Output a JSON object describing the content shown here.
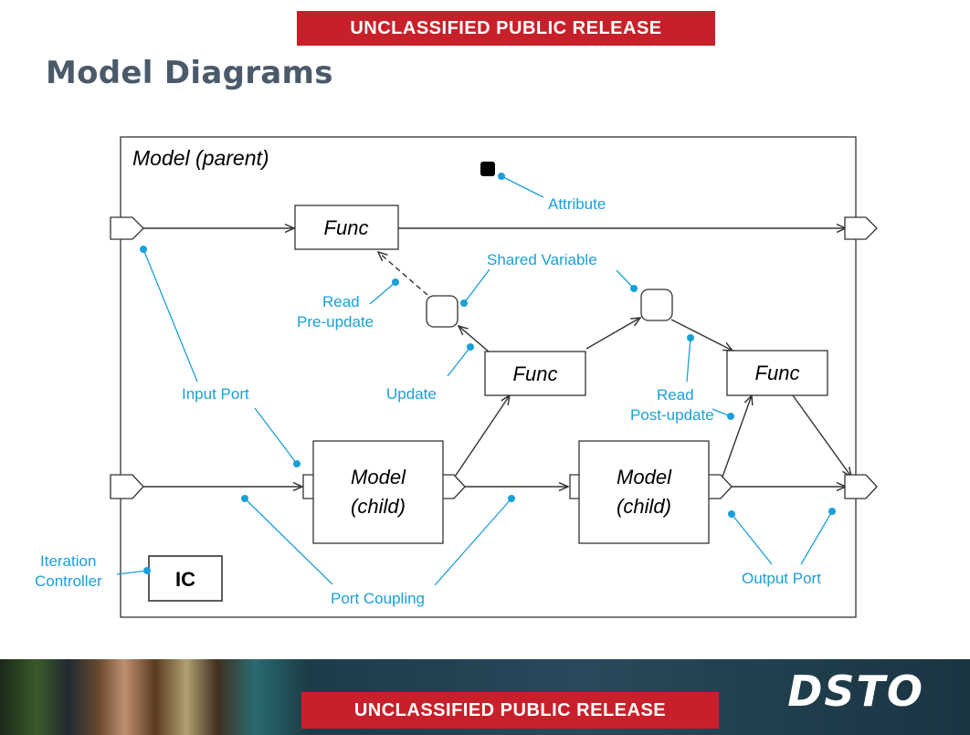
{
  "banner": {
    "classification": "UNCLASSIFIED PUBLIC RELEASE"
  },
  "page": {
    "title": "Model Diagrams"
  },
  "footer": {
    "brand": "DSTO"
  },
  "diagram": {
    "parent_label": "Model (parent)",
    "func_label": "Func",
    "child_line1": "Model",
    "child_line2": "(child)",
    "ic_label": "IC",
    "annotations": {
      "attribute": "Attribute",
      "shared_variable": "Shared Variable",
      "read_pre_1": "Read",
      "read_pre_2": "Pre-update",
      "update": "Update",
      "read_post_1": "Read",
      "read_post_2": "Post-update",
      "input_port": "Input Port",
      "iteration_1": "Iteration",
      "iteration_2": "Controller",
      "port_coupling": "Port Coupling",
      "output_port": "Output Port"
    },
    "colors": {
      "annotation": "#1aa0d8",
      "banner": "#c8202a",
      "title": "#4a5a6a"
    }
  }
}
